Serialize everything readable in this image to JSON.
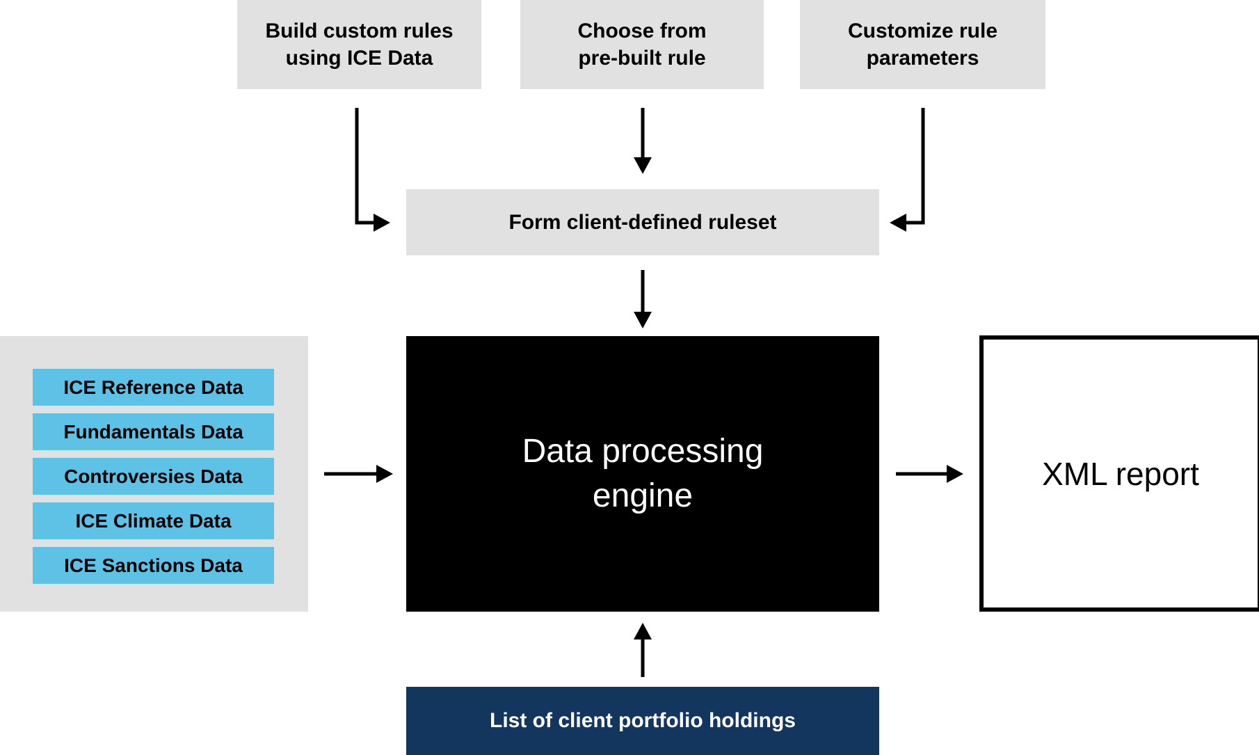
{
  "diagram": {
    "title_implicit": "ESG rules data processing flow",
    "top_row": [
      {
        "label": "Build custom rules\nusing ICE Data"
      },
      {
        "label": "Choose from\npre-built rule"
      },
      {
        "label": "Customize rule\nparameters"
      }
    ],
    "ruleset_box": {
      "label": "Form client-defined ruleset"
    },
    "engine_box": {
      "label": "Data processing\nengine"
    },
    "data_sources_panel": {
      "items": [
        "ICE Reference Data",
        "Fundamentals Data",
        "Controversies Data",
        "ICE Climate Data",
        "ICE Sanctions Data"
      ]
    },
    "output_box": {
      "label": "XML report"
    },
    "holdings_box": {
      "label": "List of client portfolio holdings"
    },
    "colors": {
      "light_gray": "#e1e1e1",
      "light_blue": "#5ec1e6",
      "navy": "#13365f",
      "black": "#000000",
      "white": "#ffffff"
    }
  }
}
